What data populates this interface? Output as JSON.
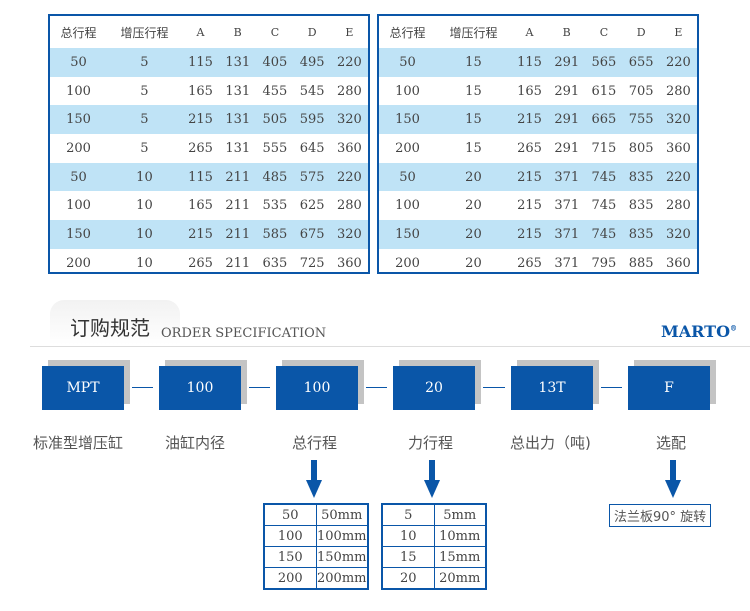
{
  "tables": [
    {
      "headers": [
        "总行程",
        "增压行程",
        "A",
        "B",
        "C",
        "D",
        "E"
      ],
      "rows": [
        [
          "50",
          "5",
          "115",
          "131",
          "405",
          "495",
          "220"
        ],
        [
          "100",
          "5",
          "165",
          "131",
          "455",
          "545",
          "280"
        ],
        [
          "150",
          "5",
          "215",
          "131",
          "505",
          "595",
          "320"
        ],
        [
          "200",
          "5",
          "265",
          "131",
          "555",
          "645",
          "360"
        ],
        [
          "50",
          "10",
          "115",
          "211",
          "485",
          "575",
          "220"
        ],
        [
          "100",
          "10",
          "165",
          "211",
          "535",
          "625",
          "280"
        ],
        [
          "150",
          "10",
          "215",
          "211",
          "585",
          "675",
          "320"
        ],
        [
          "200",
          "10",
          "265",
          "211",
          "635",
          "725",
          "360"
        ]
      ]
    },
    {
      "headers": [
        "总行程",
        "增压行程",
        "A",
        "B",
        "C",
        "D",
        "E"
      ],
      "rows": [
        [
          "50",
          "15",
          "115",
          "291",
          "565",
          "655",
          "220"
        ],
        [
          "100",
          "15",
          "165",
          "291",
          "615",
          "705",
          "280"
        ],
        [
          "150",
          "15",
          "215",
          "291",
          "665",
          "755",
          "320"
        ],
        [
          "200",
          "15",
          "265",
          "291",
          "715",
          "805",
          "360"
        ],
        [
          "50",
          "20",
          "215",
          "371",
          "745",
          "835",
          "220"
        ],
        [
          "100",
          "20",
          "215",
          "371",
          "745",
          "835",
          "280"
        ],
        [
          "150",
          "20",
          "215",
          "371",
          "745",
          "835",
          "320"
        ],
        [
          "200",
          "20",
          "265",
          "371",
          "795",
          "885",
          "360"
        ]
      ]
    }
  ],
  "section": {
    "title": "订购规范",
    "subtitle": "ORDER SPECIFICATION",
    "brand": "MARTO",
    "brand_mark": "®"
  },
  "code": [
    {
      "value": "MPT",
      "label": "标准型增压缸"
    },
    {
      "value": "100",
      "label": "油缸内径"
    },
    {
      "value": "100",
      "label": "总行程"
    },
    {
      "value": "20",
      "label": "力行程"
    },
    {
      "value": "13T",
      "label": "总出力（吨)"
    },
    {
      "value": "F",
      "label": "选配"
    }
  ],
  "stroke_options": [
    [
      "50",
      "50mm"
    ],
    [
      "100",
      "100mm"
    ],
    [
      "150",
      "150mm"
    ],
    [
      "200",
      "200mm"
    ]
  ],
  "force_stroke_options": [
    [
      "5",
      "5mm"
    ],
    [
      "10",
      "10mm"
    ],
    [
      "15",
      "15mm"
    ],
    [
      "20",
      "20mm"
    ]
  ],
  "option_note": "法兰板90° 旋转",
  "colors": {
    "blue": "#0a56a8",
    "row_alt": "#bfe3f6"
  }
}
